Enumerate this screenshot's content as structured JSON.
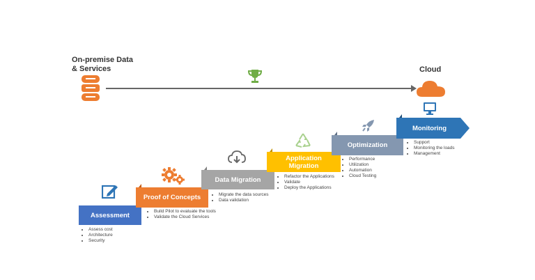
{
  "header": {
    "source_label": "On-premise Data\n& Services",
    "target_label": "Cloud"
  },
  "colors": {
    "assessment": "#4472c4",
    "proof_of_concepts": "#ed7d31",
    "data_migration": "#a5a5a5",
    "application_migration": "#ffc000",
    "optimization": "#8497b0",
    "monitoring": "#2e75b6",
    "icon_orange": "#ed7d31",
    "icon_green": "#70ad47"
  },
  "steps": [
    {
      "label": "Assessment",
      "icon": "edit-icon",
      "bullets": [
        "Assess cost",
        "Architecture",
        "Security"
      ]
    },
    {
      "label": "Proof of Concepts",
      "icon": "gears-icon",
      "bullets": [
        "Build Pilot to evaluate the tools",
        "Validate the Cloud Services"
      ]
    },
    {
      "label": "Data Migration",
      "icon": "cloud-download-icon",
      "bullets": [
        "Migrate the data sources",
        "Data validation"
      ]
    },
    {
      "label": "Application Migration",
      "icon": "recycle-icon",
      "bullets": [
        "Refactor the Applications",
        "Validate",
        "Deploy the Applications"
      ]
    },
    {
      "label": "Optimization",
      "icon": "rocket-icon",
      "bullets": [
        "Performance",
        "Utilization",
        "Automation",
        "Cloud Testing"
      ]
    },
    {
      "label": "Monitoring",
      "icon": "monitor-icon",
      "bullets": [
        "Support",
        "Monitoring the loads",
        "Management"
      ]
    }
  ]
}
